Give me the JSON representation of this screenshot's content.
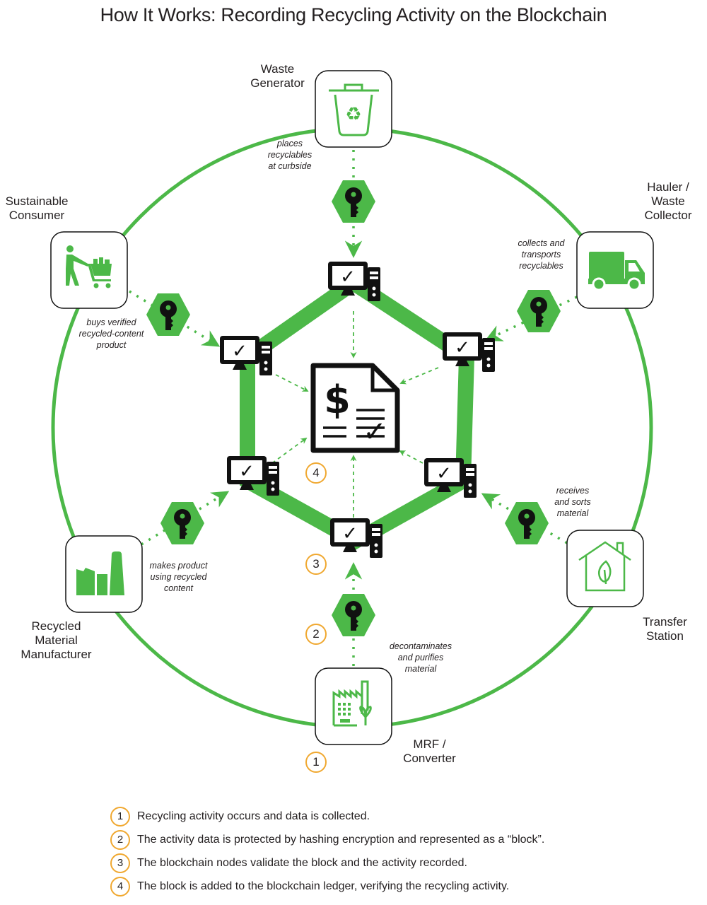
{
  "title": "How It Works: Recording Recycling Activity on the Blockchain",
  "colors": {
    "green": "#4cb848",
    "black": "#111111",
    "orange": "#f0a830",
    "text": "#231f20"
  },
  "participants": [
    {
      "id": "waste-generator",
      "label_lines": [
        "Waste",
        "Generator"
      ],
      "icon": "recycle-bin-icon",
      "action_lines": [
        "places",
        "recyclables",
        "at curbside"
      ]
    },
    {
      "id": "hauler",
      "label_lines": [
        "Hauler /",
        "Waste",
        "Collector"
      ],
      "icon": "truck-icon",
      "action_lines": [
        "collects and",
        "transports",
        "recyclables"
      ]
    },
    {
      "id": "transfer-station",
      "label_lines": [
        "Transfer",
        "Station"
      ],
      "icon": "house-leaf-icon",
      "action_lines": [
        "receives",
        "and sorts",
        "material"
      ]
    },
    {
      "id": "mrf",
      "label_lines": [
        "MRF /",
        "Converter"
      ],
      "icon": "factory-plant-icon",
      "action_lines": [
        "decontaminates",
        "and purifies",
        "material"
      ]
    },
    {
      "id": "manufacturer",
      "label_lines": [
        "Recycled",
        "Material",
        "Manufacturer"
      ],
      "icon": "factory-icon",
      "action_lines": [
        "makes product",
        "using recycled",
        "content"
      ]
    },
    {
      "id": "consumer",
      "label_lines": [
        "Sustainable",
        "Consumer"
      ],
      "icon": "shopper-cart-icon",
      "action_lines": [
        "buys verified",
        "recycled-content",
        "product"
      ]
    }
  ],
  "center": {
    "icon": "ledger-document-icon",
    "symbol": "$",
    "check": "✓"
  },
  "node_check": "✓",
  "badges": [
    "1",
    "2",
    "3",
    "4"
  ],
  "legend": [
    {
      "num": "1",
      "text": "Recycling activity occurs and data is collected."
    },
    {
      "num": "2",
      "text": "The activity data is protected by hashing encryption and represented as a “block”."
    },
    {
      "num": "3",
      "text": "The blockchain nodes validate the block and the activity recorded."
    },
    {
      "num": "4",
      "text": "The block is added to the blockchain ledger, verifying the recycling activity."
    }
  ]
}
